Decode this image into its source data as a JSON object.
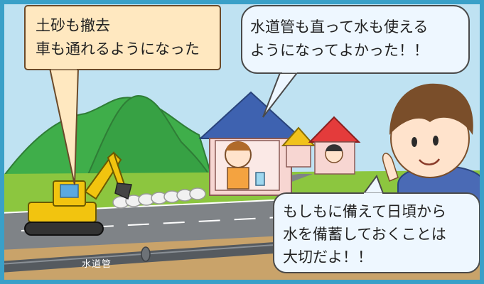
{
  "bubbles": {
    "left": "土砂も撤去\n車も通れるようになった",
    "center": "水道管も直って水も使える\nようになってよかった！！",
    "right": "もしもに備えて日頃から\n水を備蓄しておくことは\n大切だよ！！"
  },
  "pipe_label": "水道管",
  "colors": {
    "frame": "#3aa0c8",
    "sky": "#bfe2f2",
    "mountain": "#3fae4a",
    "grass": "#8cc63f",
    "road": "#7f8387",
    "soil": "#c9a36a",
    "pipe": "#555a5f",
    "excavator": "#f2c40f",
    "roof_blue": "#3e62b0",
    "roof_red": "#e43b3b",
    "roof_yellow": "#f1c21b",
    "bubble_left_fill": "#ffe8c0",
    "bubble_fill": "#eef7ff"
  }
}
